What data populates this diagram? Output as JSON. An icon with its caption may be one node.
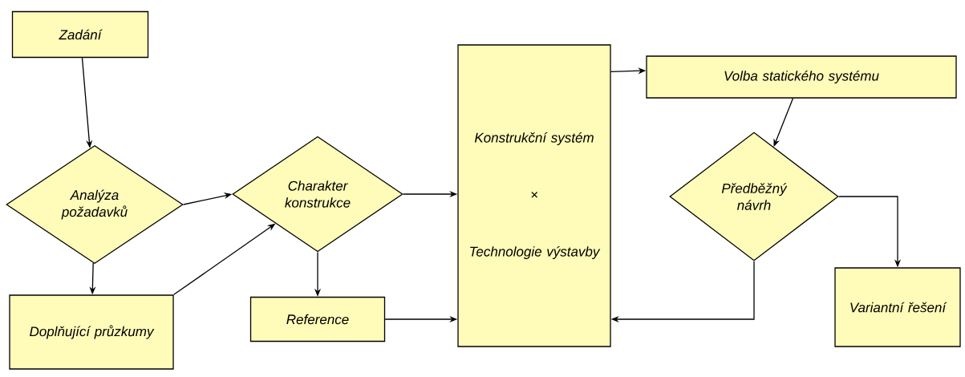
{
  "diagram": {
    "nodes": [
      {
        "text": [
          "Zadání"
        ]
      },
      {
        "text": [
          "Analýza požadavků"
        ]
      },
      {
        "text": [
          "Doplňující průzkumy"
        ]
      },
      {
        "text": [
          "Charakter konstrukce"
        ]
      },
      {
        "text": [
          "Reference"
        ]
      },
      {
        "text": [
          "Konstrukční systém",
          "×",
          "Technologie výstavby"
        ]
      },
      {
        "text": [
          "Volba statického systému"
        ]
      },
      {
        "text": [
          "Předběžný návrh"
        ]
      },
      {
        "text": [
          "Variantní řešení"
        ]
      }
    ],
    "edges": [
      {
        "from": 0,
        "to": 1,
        "arrow": "to"
      },
      {
        "from": 1,
        "to": 2,
        "arrow": "to"
      },
      {
        "from": 1,
        "to": 3,
        "arrow": "to"
      },
      {
        "from": 2,
        "to": 3,
        "arrow": "to"
      },
      {
        "from": 3,
        "to": 4,
        "arrow": "to"
      },
      {
        "from": 3,
        "to": 5,
        "arrow": "to"
      },
      {
        "from": 4,
        "to": 5,
        "arrow": "to"
      },
      {
        "from": 5,
        "to": 6,
        "arrow": "to"
      },
      {
        "from": 6,
        "to": 7,
        "arrow": "to"
      },
      {
        "from": 7,
        "to": 5,
        "arrow": "to"
      },
      {
        "from": 7,
        "to": 8,
        "arrow": "to"
      }
    ]
  }
}
